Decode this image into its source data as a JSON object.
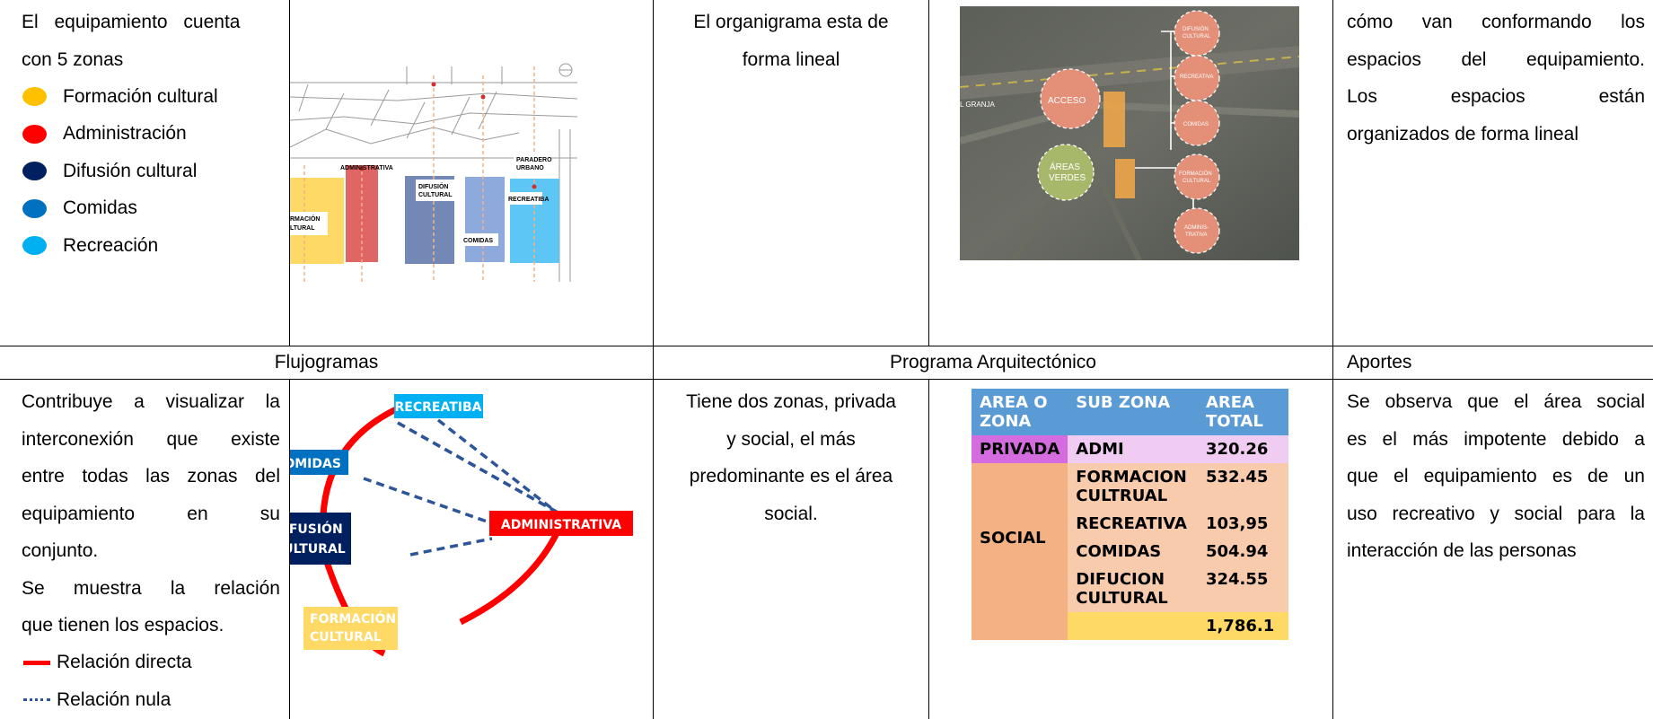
{
  "zones_text": {
    "intro": [
      "El equipamiento cuenta",
      "con 5 zonas"
    ],
    "items": [
      {
        "label": "Formación cultural",
        "color": "#ffc000"
      },
      {
        "label": "Administración",
        "color": "#ff0000"
      },
      {
        "label": "Difusión cultural",
        "color": "#002060"
      },
      {
        "label": "Comidas",
        "color": "#0070c0"
      },
      {
        "label": "Recreación",
        "color": "#00b0f0"
      }
    ]
  },
  "plan": {
    "labels": {
      "paradero": "PARADERO URBANO",
      "administrativa": "ADMINISTRATIVA",
      "difusion": "DIFUSIÓN CULTURAL",
      "recreatiba": "RECREATIBA",
      "comidas": "COMIDAS",
      "formacion": "RMACIÓN LTURAL"
    }
  },
  "organigram": {
    "text": [
      "El organigrama esta de",
      "forma lineal"
    ],
    "photo_labels": {
      "acceso": "ACCESO",
      "areas": "ÁREAS VERDES",
      "difusion": "DIFUSIÓN CULTURAL",
      "recreativa": "RECREATIVA",
      "comidas": "COMIDAS",
      "formacion": "FORMACIÓN CULTURAL",
      "adminis": "ADMINIS- TRATIVA",
      "street": "L GRANJA"
    }
  },
  "spaces_text": [
    "cómo van conformando los",
    "espacios del equipamiento.",
    "Los espacios están",
    "organizados de forma lineal"
  ],
  "headers": {
    "flujogramas": "Flujogramas",
    "programa": "Programa Arquitectónico",
    "aportes": "Aportes"
  },
  "flow": {
    "text": [
      "Contribuye a visualizar la",
      "interconexión que existe",
      "entre todas las zonas del",
      "equipamiento en su",
      "conjunto.",
      "Se muestra la relación",
      "que tienen los espacios."
    ],
    "legend": {
      "direct": "Relación directa",
      "null": "Relación nula"
    },
    "nodes": {
      "recreatiba": "RECREATIBA",
      "comidas": "COMIDAS",
      "difusion": [
        "DIFUSIÓN",
        "CULTURAL"
      ],
      "administrativa": "ADMINISTRATIVA",
      "formacion": [
        "FORMACIÓN",
        "CULTURAL"
      ]
    },
    "colors": {
      "direct": "#ff0000",
      "null": "#2e5597"
    }
  },
  "program": {
    "text": [
      "Tiene dos zonas, privada",
      "y social, el más",
      "predominante es el área",
      "social."
    ],
    "table": {
      "headers": [
        "AREA O ZONA",
        "SUB ZONA",
        "AREA TOTAL"
      ],
      "privada": {
        "zone": "PRIVADA",
        "sub": "ADMI",
        "area": "320.26"
      },
      "social": {
        "zone": "SOCIAL",
        "rows": [
          {
            "sub": "FORMACION CULTRUAL",
            "area": "532.45"
          },
          {
            "sub": "RECREATIVA",
            "area": "103,95"
          },
          {
            "sub": "COMIDAS",
            "area": "504.94"
          },
          {
            "sub": "DIFUCION CULTURAL",
            "area": "324.55"
          }
        ]
      },
      "total": "1,786.1"
    }
  },
  "aportes_text": [
    "Se observa que el área social",
    "es el más impotente debido a",
    "que el equipamiento es de un",
    "uso recreativo y social para la",
    "interacción de las personas"
  ]
}
